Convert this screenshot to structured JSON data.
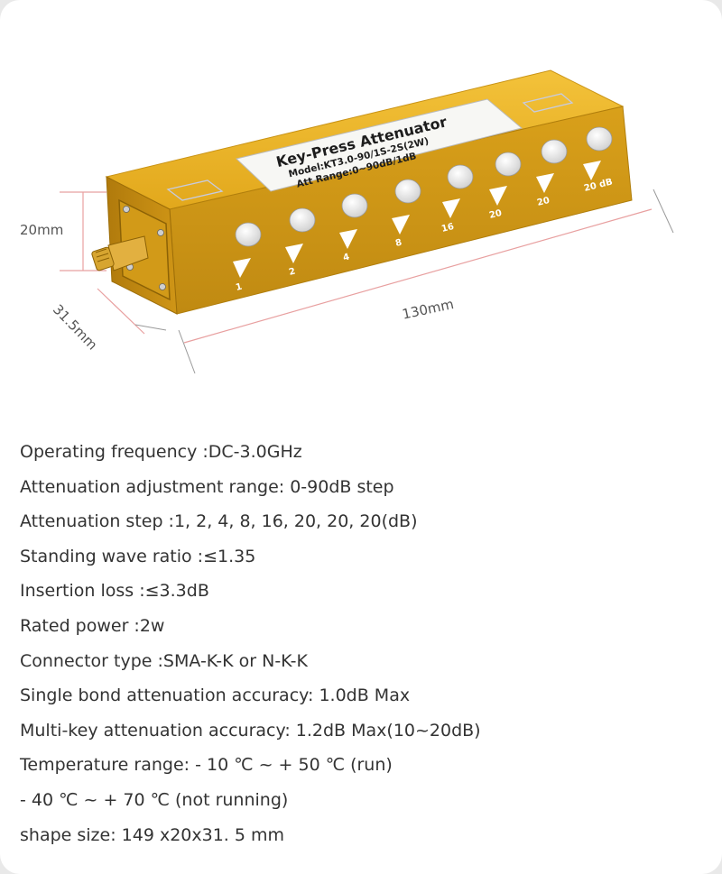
{
  "product": {
    "label_title": "Key-Press Attenuator",
    "label_model": "Model:KT3.0-90/1S-2S(2W)",
    "label_range": "Att Range:0~90dB/1dB",
    "key_marks": [
      "1",
      "2",
      "4",
      "8",
      "16",
      "20",
      "20",
      "20 dB"
    ]
  },
  "dimensions": {
    "height": "20mm",
    "depth": "31.5mm",
    "length": "130mm"
  },
  "specs": [
    "Operating frequency :DC-3.0GHz",
    "Attenuation adjustment range: 0-90dB step",
    "Attenuation step :1, 2, 4, 8, 16, 20, 20, 20(dB)",
    "Standing wave ratio :≤1.35",
    "Insertion loss :≤3.3dB",
    "Rated power :2w",
    "Connector type :SMA-K-K or N-K-K",
    "Single bond attenuation accuracy: 1.0dB Max",
    "Multi-key attenuation accuracy: 1.2dB Max(10~20dB)",
    "Temperature range: - 10 ℃ ~ + 50 ℃ (run)",
    "- 40 ℃ ~ + 70 ℃ (not running)",
    "shape size: 149 x20x31. 5 mm"
  ],
  "colors": {
    "body_gold": "#e0a91c",
    "body_dark": "#b8810e",
    "dimension_line": "#e8a0a0",
    "text": "#333333"
  }
}
